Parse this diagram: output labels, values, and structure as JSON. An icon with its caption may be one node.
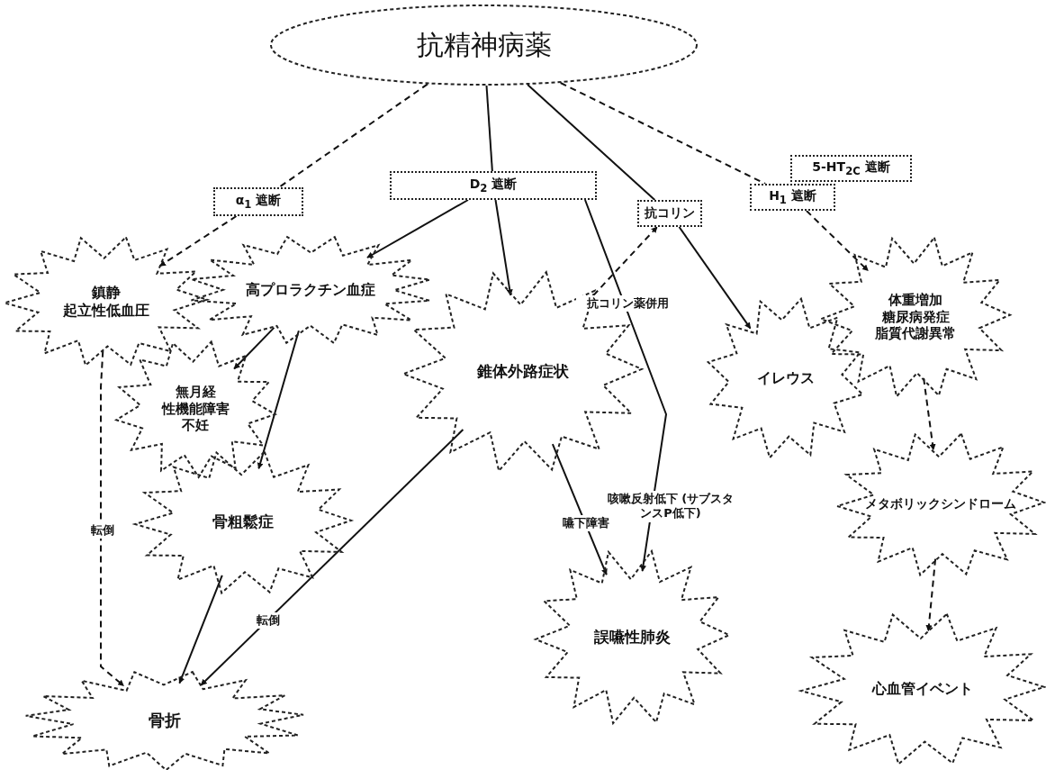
{
  "diagram": {
    "nodes": [
      {
        "text": [
          "抗精神病薬"
        ]
      },
      {
        "text": [
          "α$_{1}$ 遮断"
        ]
      },
      {
        "text": [
          "D$_{2}$ 遮断"
        ]
      },
      {
        "text": [
          "抗コリン"
        ]
      },
      {
        "text": [
          "5-HT$_{2C}$ 遮断"
        ]
      },
      {
        "text": [
          "H$_{1}$ 遮断"
        ]
      },
      {
        "text": [
          "鎮静",
          "起立性低血圧"
        ]
      },
      {
        "text": [
          "高プロラクチン血症"
        ]
      },
      {
        "text": [
          "錐体外路症状"
        ]
      },
      {
        "text": [
          "イレウス"
        ]
      },
      {
        "text": [
          "体重増加",
          "糖尿病発症",
          "脂質代謝異常"
        ]
      },
      {
        "text": [
          "無月経",
          "性機能障害",
          "不妊"
        ]
      },
      {
        "text": [
          "骨粗鬆症"
        ]
      },
      {
        "text": [
          "メタボリックシンドローム"
        ]
      },
      {
        "text": [
          "誤嚥性肺炎"
        ]
      },
      {
        "text": [
          "心血管イベント"
        ]
      },
      {
        "text": [
          "骨折"
        ]
      }
    ],
    "edges": [
      {
        "from": 0,
        "to": 1,
        "arrow": "none",
        "style": "dashed"
      },
      {
        "from": 1,
        "to": 6,
        "arrow": "to",
        "style": "dashed"
      },
      {
        "from": 0,
        "to": 2,
        "arrow": "none"
      },
      {
        "from": 2,
        "to": 7,
        "arrow": "to"
      },
      {
        "from": 2,
        "to": 8,
        "arrow": "to"
      },
      {
        "from": 2,
        "to": 14,
        "arrow": "to",
        "label": "咳嗽反射低下 (サブスタンスP低下)"
      },
      {
        "from": 0,
        "to": 3,
        "arrow": "none"
      },
      {
        "from": 3,
        "to": 9,
        "arrow": "to"
      },
      {
        "from": 8,
        "to": 3,
        "arrow": "to",
        "style": "dashed",
        "label": "抗コリン薬併用"
      },
      {
        "from": 0,
        "to": 5,
        "arrow": "none",
        "style": "dashed"
      },
      {
        "from": 5,
        "to": 10,
        "arrow": "to",
        "style": "dashed"
      },
      {
        "from": 10,
        "to": 13,
        "arrow": "to",
        "style": "dashed"
      },
      {
        "from": 13,
        "to": 15,
        "arrow": "to",
        "style": "dashed"
      },
      {
        "from": 6,
        "to": 16,
        "arrow": "to",
        "style": "dashed",
        "label": "転倒"
      },
      {
        "from": 7,
        "to": 11,
        "arrow": "to"
      },
      {
        "from": 7,
        "to": 12,
        "arrow": "to"
      },
      {
        "from": 12,
        "to": 16,
        "arrow": "to"
      },
      {
        "from": 8,
        "to": 16,
        "arrow": "to",
        "label": "転倒"
      },
      {
        "from": 8,
        "to": 14,
        "arrow": "to",
        "label": "嚥下障害"
      }
    ]
  }
}
